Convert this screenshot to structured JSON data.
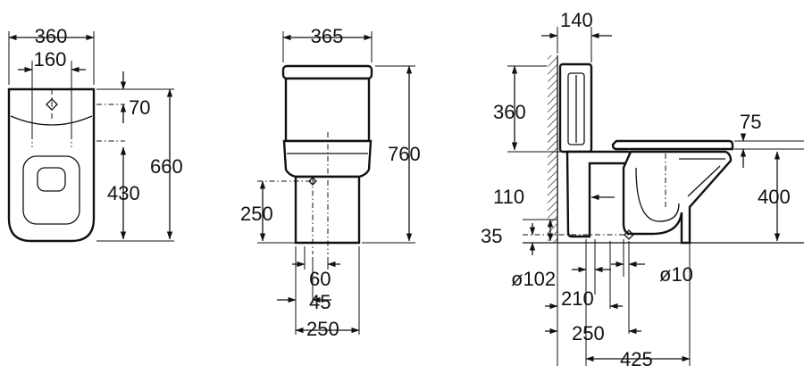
{
  "top_view": {
    "width_label": "360",
    "hole_spacing_label": "160",
    "tank_depth_label": "70",
    "fixing_to_front_label": "430",
    "total_depth_label": "660"
  },
  "front_view": {
    "width_label": "365",
    "height_label": "760",
    "outlet_height_label": "250",
    "outlet_offset_label": "60",
    "outlet_right_label": "45",
    "base_width_label": "250"
  },
  "side_view": {
    "wall_to_tank_label": "140",
    "tank_height_label": "360",
    "seat_thickness_label": "75",
    "seat_height_label": "400",
    "pipe_height_label": "110",
    "base_offset_label": "35",
    "pipe_diameter_label": "ø102",
    "fixing_diameter_label": "ø10",
    "pipe_distance_label": "210",
    "fixing_distance_label": "250",
    "total_depth_label": "425"
  }
}
